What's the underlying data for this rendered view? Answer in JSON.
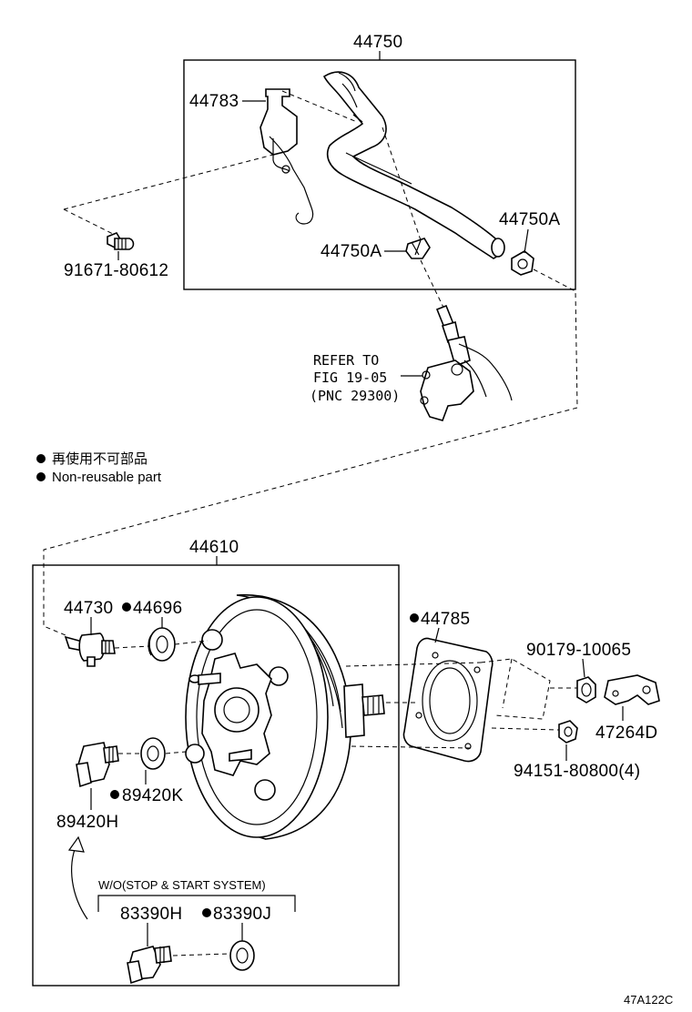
{
  "diagram_code": "47A122C",
  "legend": {
    "bullet_jp": "再使用不可部品",
    "bullet_en": "Non-reusable part"
  },
  "groups": {
    "hose_assembly": "44750",
    "booster_assembly": "44610"
  },
  "parts": {
    "p44783": "44783",
    "p44750A_left": "44750A",
    "p44750A_right": "44750A",
    "p91671": "91671-80612",
    "p44730": "44730",
    "p44696": "44696",
    "p89420K": "89420K",
    "p89420H": "89420H",
    "p44785": "44785",
    "p90179": "90179-10065",
    "p47264D": "47264D",
    "p94151": "94151-80800(4)",
    "p83390H": "83390H",
    "p83390J": "83390J"
  },
  "reference": {
    "line1": "REFER TO",
    "line2": "FIG 19-05",
    "line3": "(PNC 29300)"
  },
  "variant_note": "W/O(STOP & START SYSTEM)"
}
